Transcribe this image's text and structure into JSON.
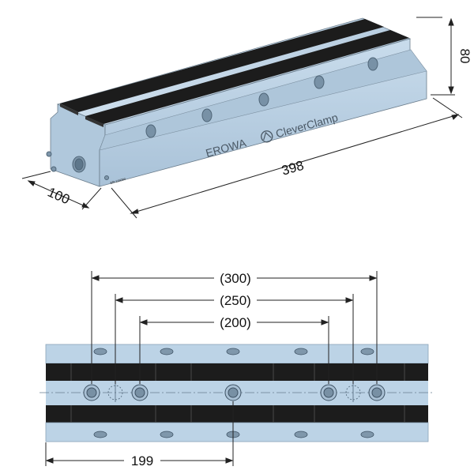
{
  "iso_view": {
    "dim_height": "80",
    "dim_length": "398",
    "dim_width": "100",
    "brand_name": "EROWA",
    "product_name": "CleverClamp",
    "part_number": "ER-115090"
  },
  "plan_view": {
    "dim_outer": "(300)",
    "dim_middle": "(250)",
    "dim_inner": "(200)",
    "dim_center": "199"
  },
  "colors": {
    "body": "#bcd3e6",
    "body_dark": "#9fb7cb",
    "jaw": "#1c1c1c",
    "line": "#222222"
  }
}
